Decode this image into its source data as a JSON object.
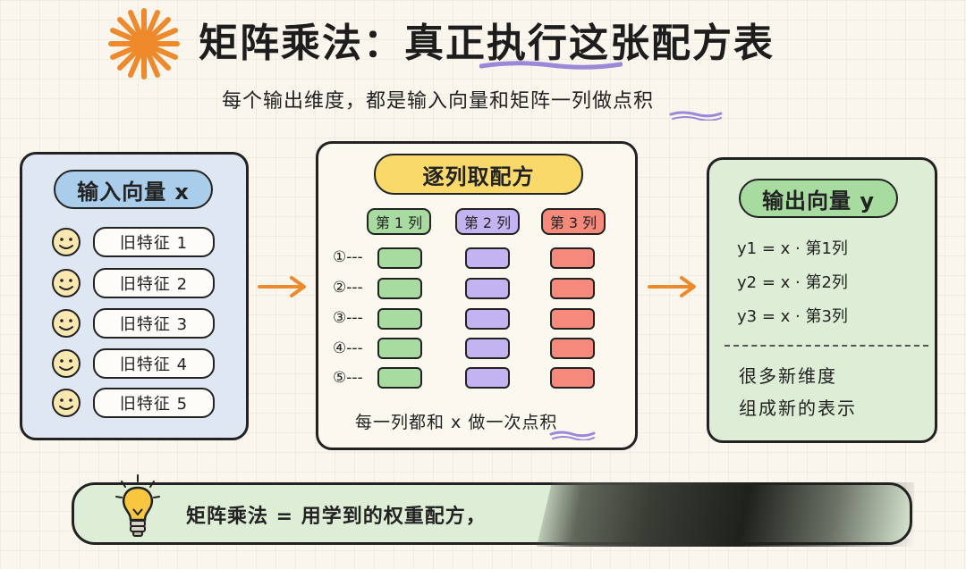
{
  "title": "矩阵乘法：真正执行这张配方表",
  "subtitle": "每个输出维度，都是输入向量和矩阵一列做点积",
  "left_panel": {
    "header": "输入向量 x",
    "features": [
      "旧特征 1",
      "旧特征 2",
      "旧特征 3",
      "旧特征 4",
      "旧特征 5"
    ]
  },
  "middle_panel": {
    "header": "逐列取配方",
    "columns": [
      "第 1 列",
      "第 2 列",
      "第 3 列"
    ],
    "row_labels": [
      "①---",
      "②---",
      "③---",
      "④---",
      "⑤---"
    ],
    "caption": "每一列都和 x 做一次点积"
  },
  "right_panel": {
    "header": "输出向量 y",
    "equations": [
      "y1 = x · 第1列",
      "y2 = x · 第2列",
      "y3 = x · 第3列"
    ],
    "notes": [
      "很多新维度",
      "组成新的表示"
    ]
  },
  "banner": {
    "text": "矩阵乘法 = 用学到的权重配方，"
  },
  "colors": {
    "left_panel_bg": "#dfe8f2",
    "right_panel_bg": "#deedd6",
    "col1": "#a7dba0",
    "col2": "#c3b3f0",
    "col3": "#f58a7c",
    "accent_orange": "#ef8a2c",
    "highlight_yellow": "#f9d96a",
    "underline_purple": "#9a88d8"
  },
  "icons": [
    "sunburst-icon",
    "smiley-icon",
    "arrow-right-icon",
    "lightbulb-icon"
  ]
}
